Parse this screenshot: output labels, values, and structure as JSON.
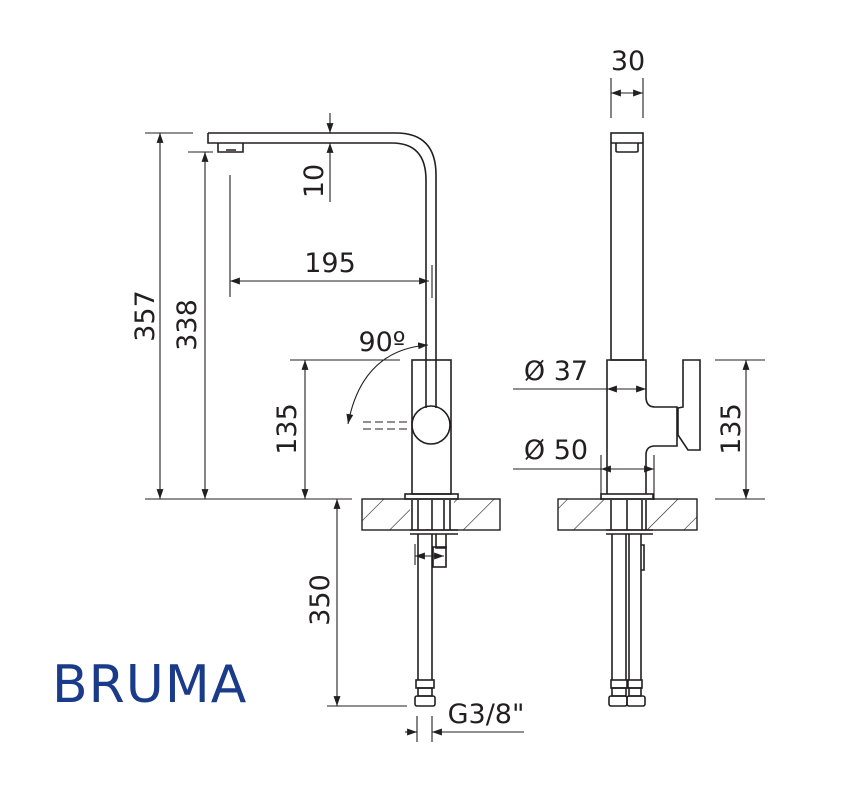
{
  "brand": "BRUMA",
  "colors": {
    "brand": "#1a3a8a",
    "line": "#231f20"
  },
  "front_view": {
    "dims": {
      "total_height": "357",
      "spout_outlet_height": "338",
      "spout_thickness": "10",
      "spout_reach": "195",
      "handle_rotation": "90º",
      "body_height": "135",
      "hose_length": "350",
      "connection": "G3/8\""
    }
  },
  "side_view": {
    "dims": {
      "spout_width": "30",
      "body_diameter": "Ø 37",
      "base_diameter": "Ø 50",
      "body_height": "135"
    }
  }
}
